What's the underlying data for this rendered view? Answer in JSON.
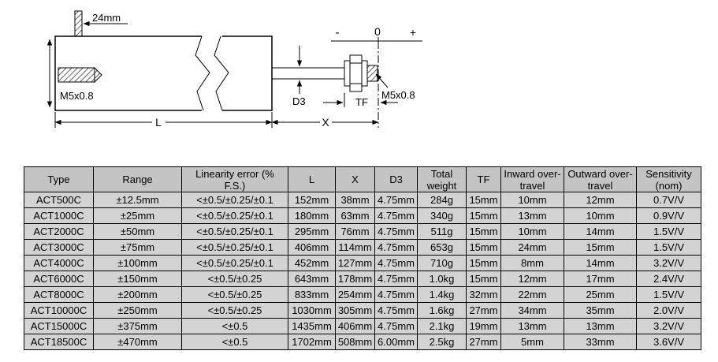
{
  "diagram": {
    "labels": {
      "stud_dimension": "24mm",
      "body_thread": "M5x0.8",
      "rod_diameter": "D3",
      "tip_thread": "M5x0.8",
      "thread_length": "TF",
      "scale_minus": "-",
      "scale_zero": "0",
      "scale_plus": "+",
      "body_length": "L",
      "rod_extension": "X"
    }
  },
  "table": {
    "colors": {
      "header_bg": "#c4c4c4",
      "row_bg": "#d3d3d3",
      "border": "#000000",
      "text": "#000000"
    },
    "columns": [
      "Type",
      "Range",
      "Linearity error (% F.S.)",
      "L",
      "X",
      "D3",
      "Total weight",
      "TF",
      "Inward over-travel",
      "Outward over-travel",
      "Sensitivity (nom)"
    ],
    "rows": [
      [
        "ACT500C",
        "±12.5mm",
        "<±0.5/±0.25/±0.1",
        "152mm",
        "38mm",
        "4.75mm",
        "284g",
        "15mm",
        "10mm",
        "12mm",
        "0.7V/V"
      ],
      [
        "ACT1000C",
        "±25mm",
        "<±0.5/±0.25/±0.1",
        "180mm",
        "63mm",
        "4.75mm",
        "340g",
        "15mm",
        "13mm",
        "10mm",
        "0.9V/V"
      ],
      [
        "ACT2000C",
        "±50mm",
        "<±0.5/±0.25/±0.1",
        "295mm",
        "76mm",
        "4.75mm",
        "511g",
        "15mm",
        "10mm",
        "14mm",
        "1.5V/V"
      ],
      [
        "ACT3000C",
        "±75mm",
        "<±0.5/±0.25/±0.1",
        "406mm",
        "114mm",
        "4.75mm",
        "653g",
        "15mm",
        "24mm",
        "15mm",
        "1.5V/V"
      ],
      [
        "ACT4000C",
        "±100mm",
        "<±0.5/±0.25/±0.1",
        "452mm",
        "127mm",
        "4.75mm",
        "710g",
        "15mm",
        "8mm",
        "14mm",
        "3.2V/V"
      ],
      [
        "ACT6000C",
        "±150mm",
        "<±0.5/±0.25",
        "643mm",
        "178mm",
        "4.75mm",
        "1.0kg",
        "15mm",
        "12mm",
        "17mm",
        "2.4V/V"
      ],
      [
        "ACT8000C",
        "±200mm",
        "<±0.5/±0.25",
        "833mm",
        "254mm",
        "4.75mm",
        "1.4kg",
        "32mm",
        "22mm",
        "25mm",
        "1.5V/V"
      ],
      [
        "ACT10000C",
        "±250mm",
        "<±0.5/±0.25",
        "1030mm",
        "305mm",
        "4.75mm",
        "1.6kg",
        "27mm",
        "34mm",
        "35mm",
        "2.0V/V"
      ],
      [
        "ACT15000C",
        "±375mm",
        "<±0.5",
        "1435mm",
        "406mm",
        "4.75mm",
        "2.1kg",
        "19mm",
        "13mm",
        "13mm",
        "3.2V/V"
      ],
      [
        "ACT18500C",
        "±470mm",
        "<±0.5",
        "1702mm",
        "508mm",
        "6.00mm",
        "2.5kg",
        "27mm",
        "5mm",
        "33mm",
        "3.6V/V"
      ]
    ]
  }
}
